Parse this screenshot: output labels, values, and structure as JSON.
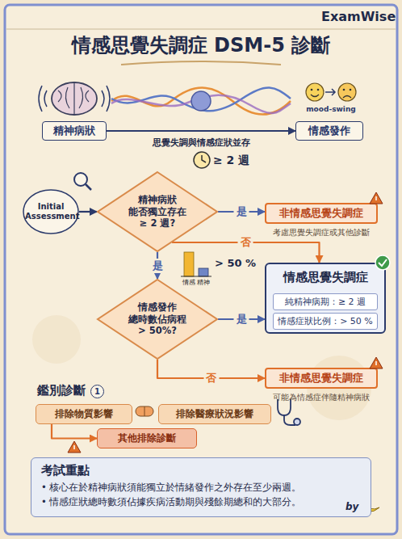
{
  "diagram": {
    "title": "情感思覺失調症 DSM-5 診斷",
    "nodes": [
      {
        "text": [
          "精神病狀"
        ]
      },
      {
        "text": [
          "情感發作"
        ]
      },
      {
        "text": [
          "Initial Assessment"
        ]
      },
      {
        "text": [
          "精神病狀 能否獨立存在 ≥ 2 週?"
        ]
      },
      {
        "text": [
          "非情感思覺失調症",
          "考慮思覺失調症或其他診斷"
        ]
      },
      {
        "text": [
          "情感發作 總時數佔病程 > 50%?"
        ]
      },
      {
        "text": [
          "情感思覺失調症"
        ]
      },
      {
        "text": [
          "純精神病期：≥ 2 週"
        ],
        "in": 6
      },
      {
        "text": [
          "情感症狀比例：> 50 %"
        ],
        "in": 6
      },
      {
        "text": [
          "非情感思覺失調症",
          "可能為情感症伴隨精神病狀"
        ]
      },
      {
        "text": [
          "排除物質影響"
        ]
      },
      {
        "text": [
          "排除醫療狀況影響"
        ]
      },
      {
        "text": [
          "其他排除診斷"
        ]
      },
      {
        "text": [
          "考試重點",
          "• 核心在於精神病狀須能獨立於情緒發作之外存在至少兩週。",
          "• 情感症狀總時數須佔據疾病活動期與殘餘期總和的大部分。"
        ]
      }
    ],
    "edges": [
      {
        "from": 0,
        "to": 1,
        "arrow": "to",
        "label": "思覺失調與情感症狀並存"
      },
      {
        "from": 2,
        "to": 3,
        "arrow": "to"
      },
      {
        "from": 3,
        "to": 4,
        "arrow": "to",
        "label": "是"
      },
      {
        "from": 3,
        "to": 6,
        "arrow": "to",
        "label": "否"
      },
      {
        "from": 3,
        "to": 5,
        "arrow": "to",
        "label": "是"
      },
      {
        "from": 5,
        "to": 6,
        "arrow": "to",
        "label": "是"
      },
      {
        "from": 5,
        "to": 9,
        "arrow": "to",
        "label": "否"
      },
      {
        "from": 10,
        "to": 12,
        "arrow": "to"
      }
    ],
    "labels": [
      "ExamWise",
      "mood-swing",
      "≥ 2 週",
      "> 50 %",
      "情感",
      "精神",
      "鑑別診斷",
      "1",
      "by"
    ]
  }
}
